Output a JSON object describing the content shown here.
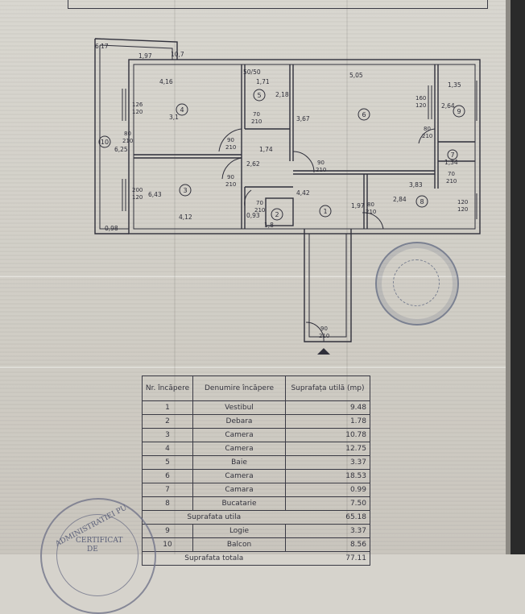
{
  "plan": {
    "labels": {
      "d_197": "1,97",
      "d_107": "10,7",
      "d_617": "6,17",
      "d_416": "4,16",
      "d_5050": "50/50",
      "d_171": "1,71",
      "d_505": "5,05",
      "d_135": "1,35",
      "d_31": "3,1",
      "d_367": "3,67",
      "d_218": "2,18",
      "d_264": "2,64",
      "d_174": "1,74",
      "d_262": "2,62",
      "d_134": "1,34",
      "d_625": "6,25",
      "d_643": "6,43",
      "d_442": "4,42",
      "d_197b": "1,97",
      "d_284": "2,84",
      "d_383": "3,83",
      "d_412": "4,12",
      "d_18": "1,8",
      "d_098": "0,98",
      "d_093": "0,93",
      "w_126_120": [
        "126",
        "120"
      ],
      "w_160_120": [
        "160",
        "120"
      ],
      "w_200_120": [
        "200",
        "120"
      ],
      "w_120_120": [
        "120",
        "120"
      ],
      "door_70_210": [
        "70",
        "210"
      ],
      "door_90_210": [
        "90",
        "210"
      ],
      "door_80_210": [
        "80",
        "210"
      ]
    },
    "rooms": [
      "1",
      "2",
      "3",
      "4",
      "5",
      "6",
      "7",
      "8",
      "9",
      "10"
    ]
  },
  "table": {
    "headers": [
      "Nr. încăpere",
      "Denumire încăpere",
      "Suprafața utilă (mp)"
    ],
    "rows": [
      {
        "nr": "1",
        "name": "Vestibul",
        "area": "9.48"
      },
      {
        "nr": "2",
        "name": "Debara",
        "area": "1.78"
      },
      {
        "nr": "3",
        "name": "Camera",
        "area": "10.78"
      },
      {
        "nr": "4",
        "name": "Camera",
        "area": "12.75"
      },
      {
        "nr": "5",
        "name": "Baie",
        "area": "3.37"
      },
      {
        "nr": "6",
        "name": "Camera",
        "area": "18.53"
      },
      {
        "nr": "7",
        "name": "Camara",
        "area": "0.99"
      },
      {
        "nr": "8",
        "name": "Bucatarie",
        "area": "7.50"
      }
    ],
    "subtotal_label": "Suprafata utila",
    "subtotal_value": "65.18",
    "rows2": [
      {
        "nr": "9",
        "name": "Logie",
        "area": "3.37"
      },
      {
        "nr": "10",
        "name": "Balcon",
        "area": "8.56"
      }
    ],
    "total_label": "Suprafata totala",
    "total_value": "77.11"
  },
  "stamps": {
    "bottom_line1": "ADMINISTRATIEI PU",
    "bottom_line2": "CERTIFICAT",
    "bottom_line3": "DE"
  }
}
